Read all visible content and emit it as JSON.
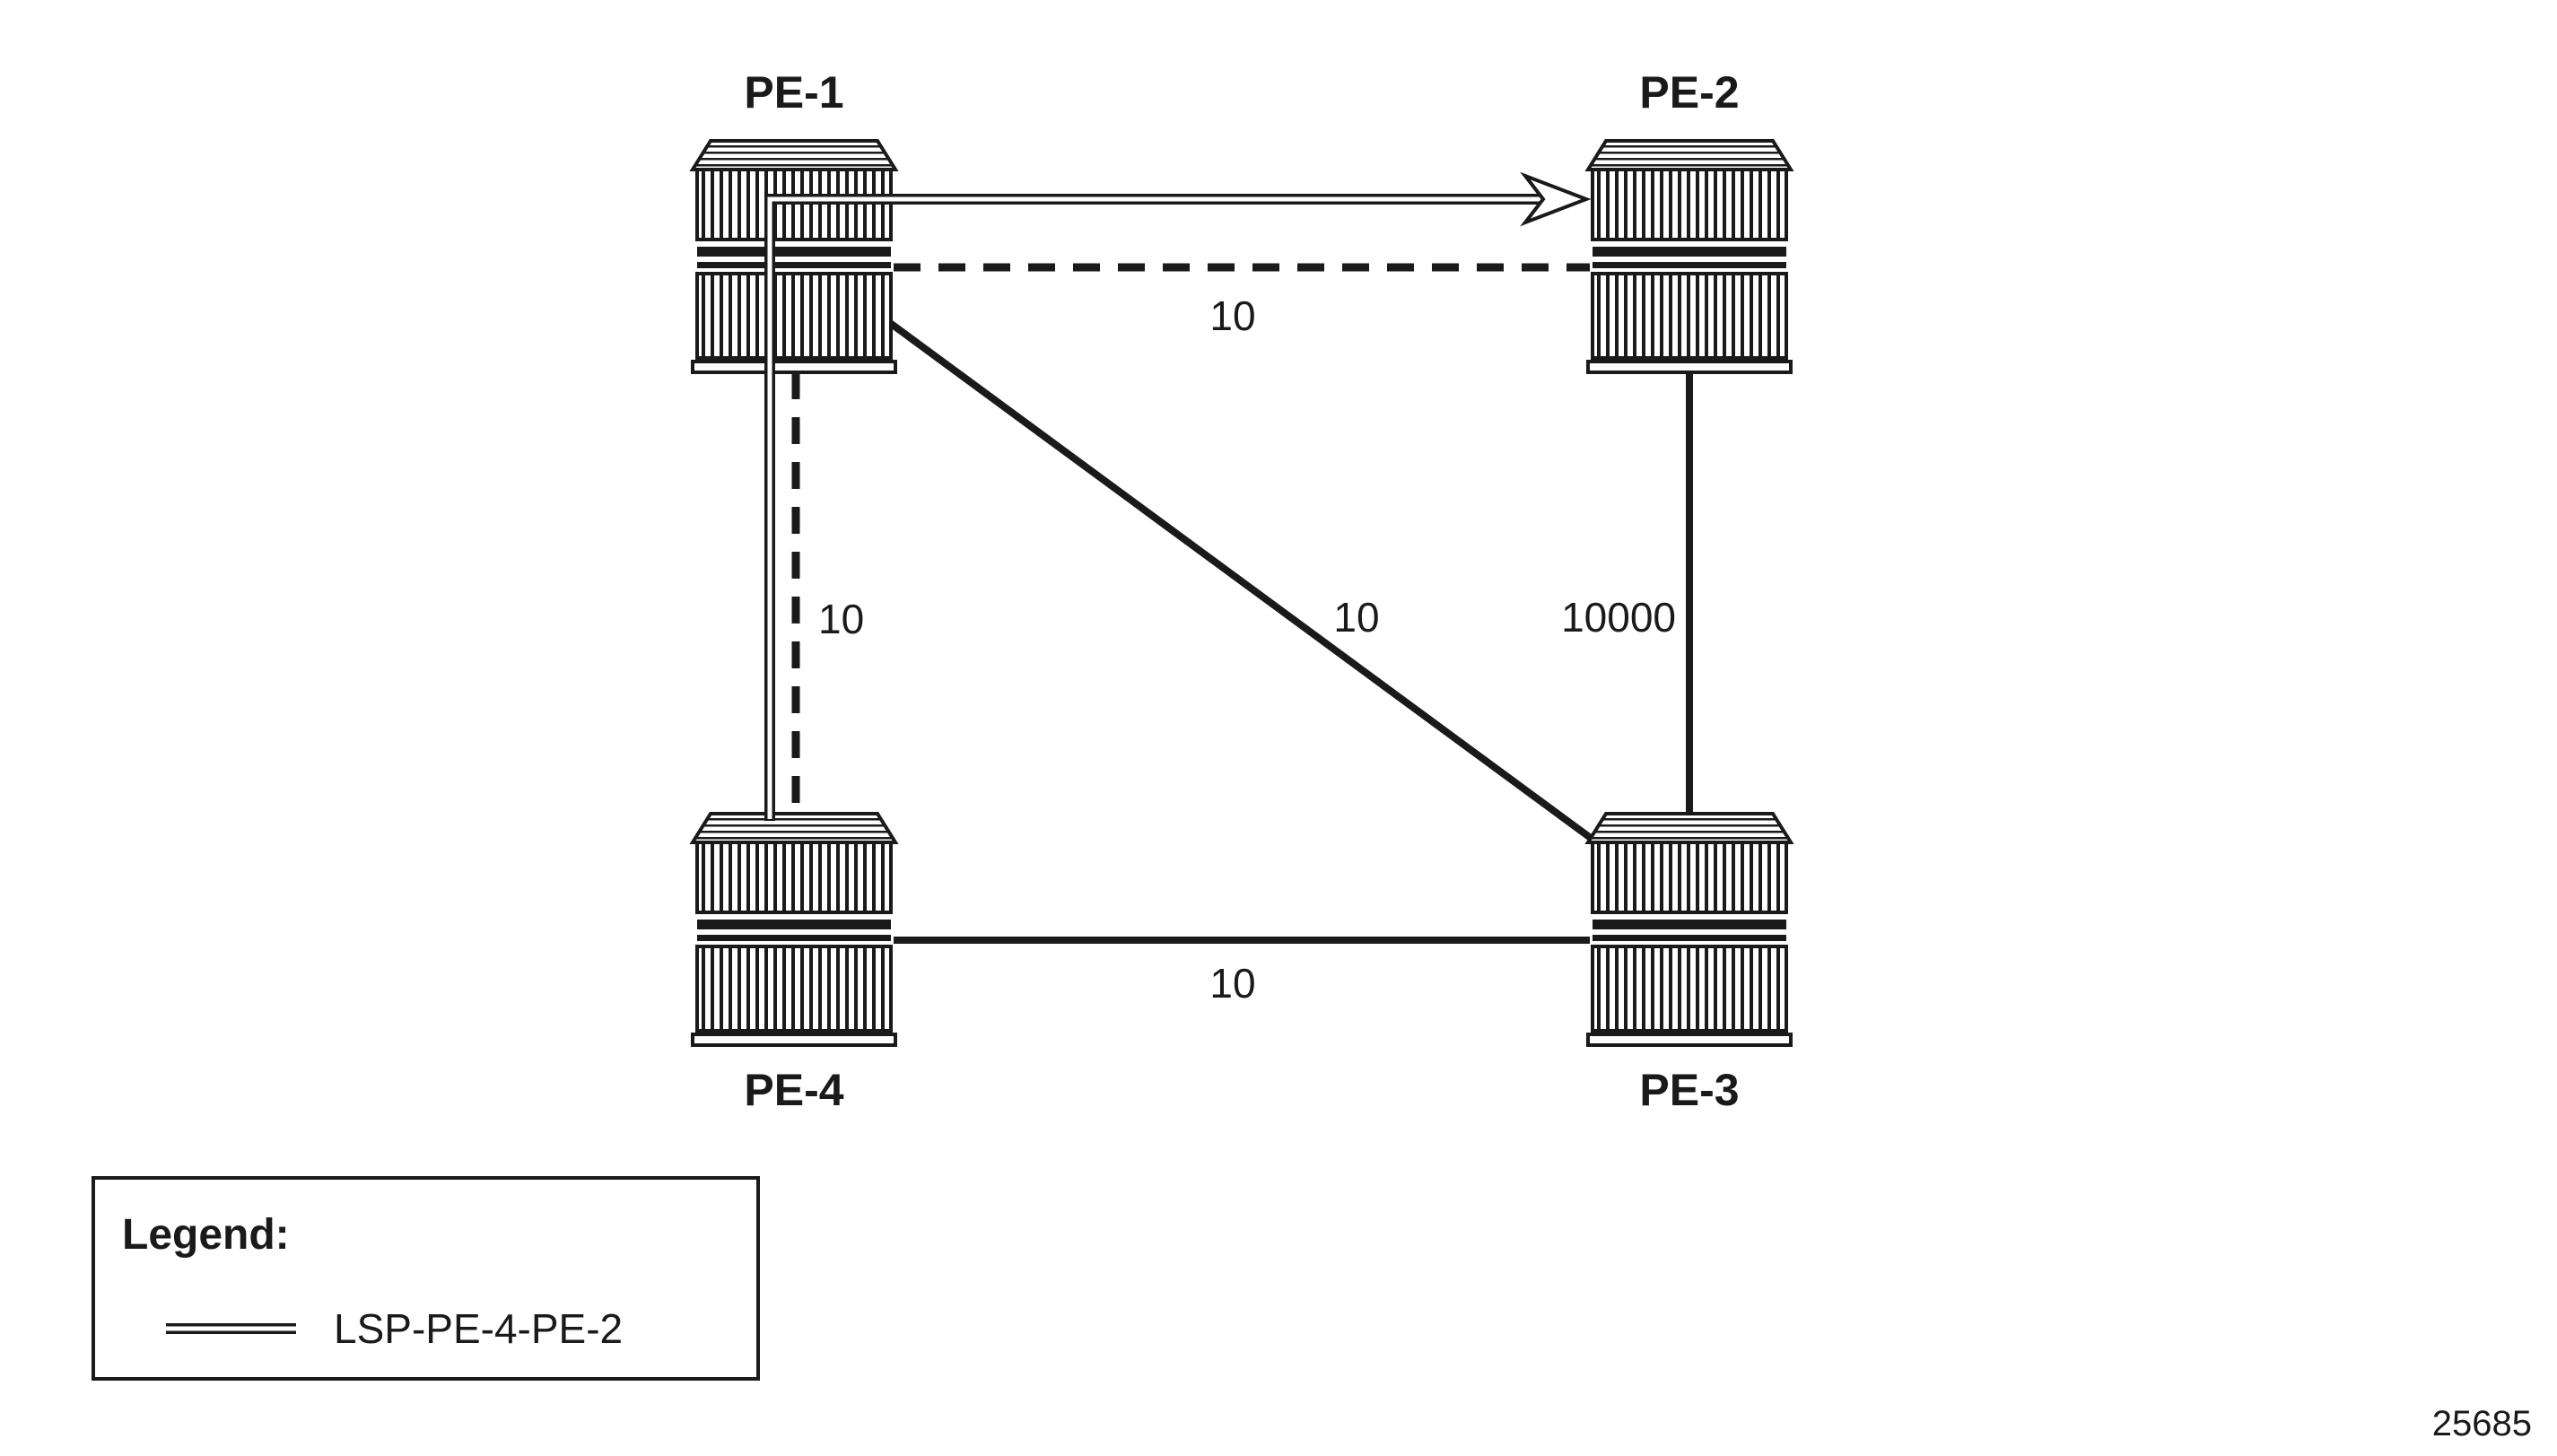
{
  "figure": {
    "number": "25685",
    "background": "#ffffff",
    "ink": "#1a1a1a"
  },
  "nodes": [
    {
      "id": "pe-1",
      "label": "PE-1",
      "position": "top-left"
    },
    {
      "id": "pe-2",
      "label": "PE-2",
      "position": "top-right"
    },
    {
      "id": "pe-3",
      "label": "PE-3",
      "position": "bottom-right"
    },
    {
      "id": "pe-4",
      "label": "PE-4",
      "position": "bottom-left"
    }
  ],
  "links": [
    {
      "from": "PE-1",
      "to": "PE-2",
      "cost": "10",
      "style": "dashed"
    },
    {
      "from": "PE-1",
      "to": "PE-4",
      "cost": "10",
      "style": "dashed"
    },
    {
      "from": "PE-1",
      "to": "PE-3",
      "cost": "10",
      "style": "solid"
    },
    {
      "from": "PE-2",
      "to": "PE-3",
      "cost": "10000",
      "style": "solid"
    },
    {
      "from": "PE-4",
      "to": "PE-3",
      "cost": "10",
      "style": "solid"
    }
  ],
  "lsp": {
    "label": "LSP-PE-4-PE-2",
    "path": [
      "PE-4",
      "PE-1",
      "PE-2"
    ],
    "symbol": "double-line-arrow"
  },
  "legend": {
    "title": "Legend:",
    "entries": [
      {
        "symbol": "lsp-double-line",
        "label": "LSP-PE-4-PE-2"
      }
    ]
  }
}
